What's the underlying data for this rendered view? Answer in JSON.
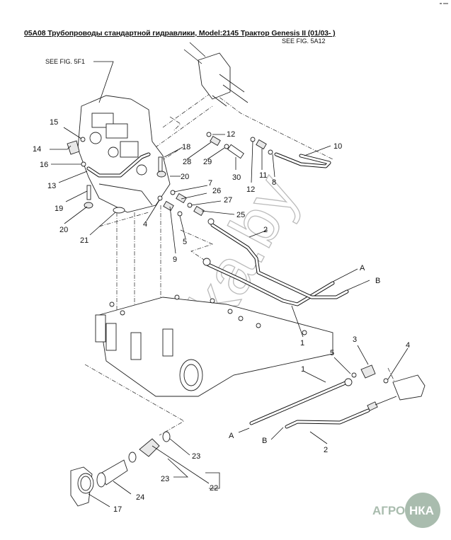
{
  "title": "05A08 Трубопроводы стандартной гидравлики, Model:2145 Трактор Genesis II (01/03- )",
  "references": {
    "see_fig_5f1": "SEE FIG. 5F1",
    "see_fig_5a12": "SEE FIG. 5A12"
  },
  "watermark": "nka.by",
  "logo": {
    "text_left": "АГРО",
    "text_right": "НКА",
    "color": "#a9bcae"
  },
  "callouts": [
    "15",
    "14",
    "16",
    "13",
    "19",
    "20",
    "21",
    "18",
    "20",
    "28",
    "29",
    "30",
    "12",
    "12",
    "11",
    "8",
    "10",
    "7",
    "26",
    "27",
    "25",
    "4",
    "9",
    "5",
    "2",
    "1",
    "A",
    "B",
    "1",
    "5",
    "3",
    "4",
    "1",
    "A",
    "B",
    "2",
    "23",
    "23",
    "22",
    "24",
    "17"
  ]
}
